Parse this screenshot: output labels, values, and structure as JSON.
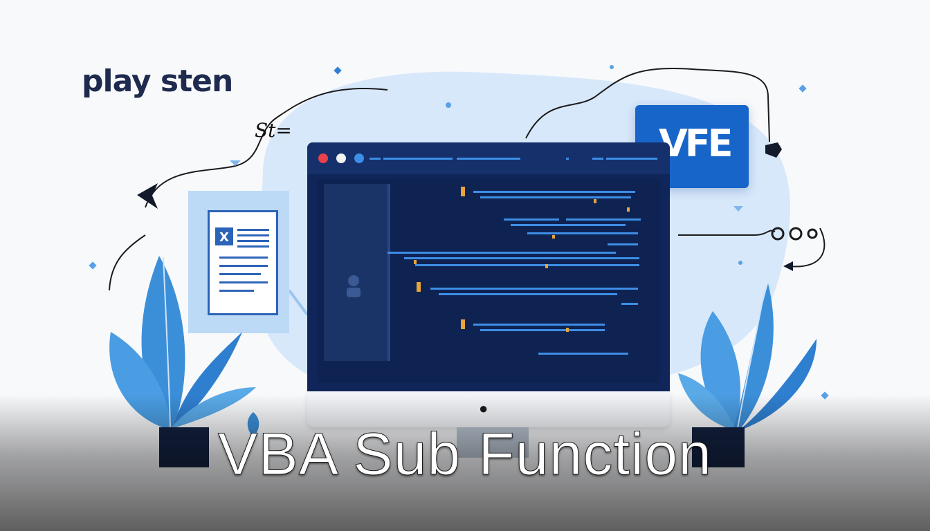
{
  "brand": {
    "text": "play sten"
  },
  "scribble": {
    "text": "St="
  },
  "badge": {
    "text": "VFE"
  },
  "title": {
    "text": "VBA Sub Function"
  },
  "icons": {
    "doc_badge": "excel-x-icon",
    "monitor_logo": "apple-logo-icon",
    "left_arrow": "arrow-left-icon",
    "right_arrow": "arrow-right-icon"
  },
  "doc_badge_letter": "X",
  "colors": {
    "accent": "#1865c9",
    "screen": "#10265a",
    "plant": "#3b8fd9",
    "code_line": "#3d8ee6",
    "code_highlight": "#e7a53a",
    "dot_red": "#e8414b",
    "dot_white": "#f2f2f2",
    "dot_blue": "#3d8ee6"
  }
}
